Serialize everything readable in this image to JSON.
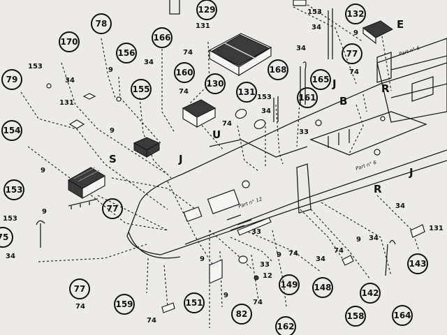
{
  "callouts": [
    "170",
    "78",
    "156",
    "166",
    "129",
    "132",
    "79",
    "160",
    "155",
    "130",
    "131",
    "168",
    "165",
    "161",
    "154",
    "153",
    "77",
    "75",
    "159",
    "151",
    "82",
    "149",
    "148",
    "142",
    "143",
    "158",
    "164",
    "162"
  ],
  "quantities": {
    "q_153": "153",
    "q_34": "34",
    "q_131": "131",
    "q_9": "9",
    "q_74": "74",
    "q_33": "33",
    "q_12": "12"
  },
  "letters": {
    "E": "E",
    "R": "R",
    "B": "B",
    "J": "J",
    "U": "U",
    "S": "S"
  },
  "annotations": {
    "part_b": "Part n° 6",
    "part_c": "Part n° 12",
    "part_a": "Part n° 6"
  }
}
